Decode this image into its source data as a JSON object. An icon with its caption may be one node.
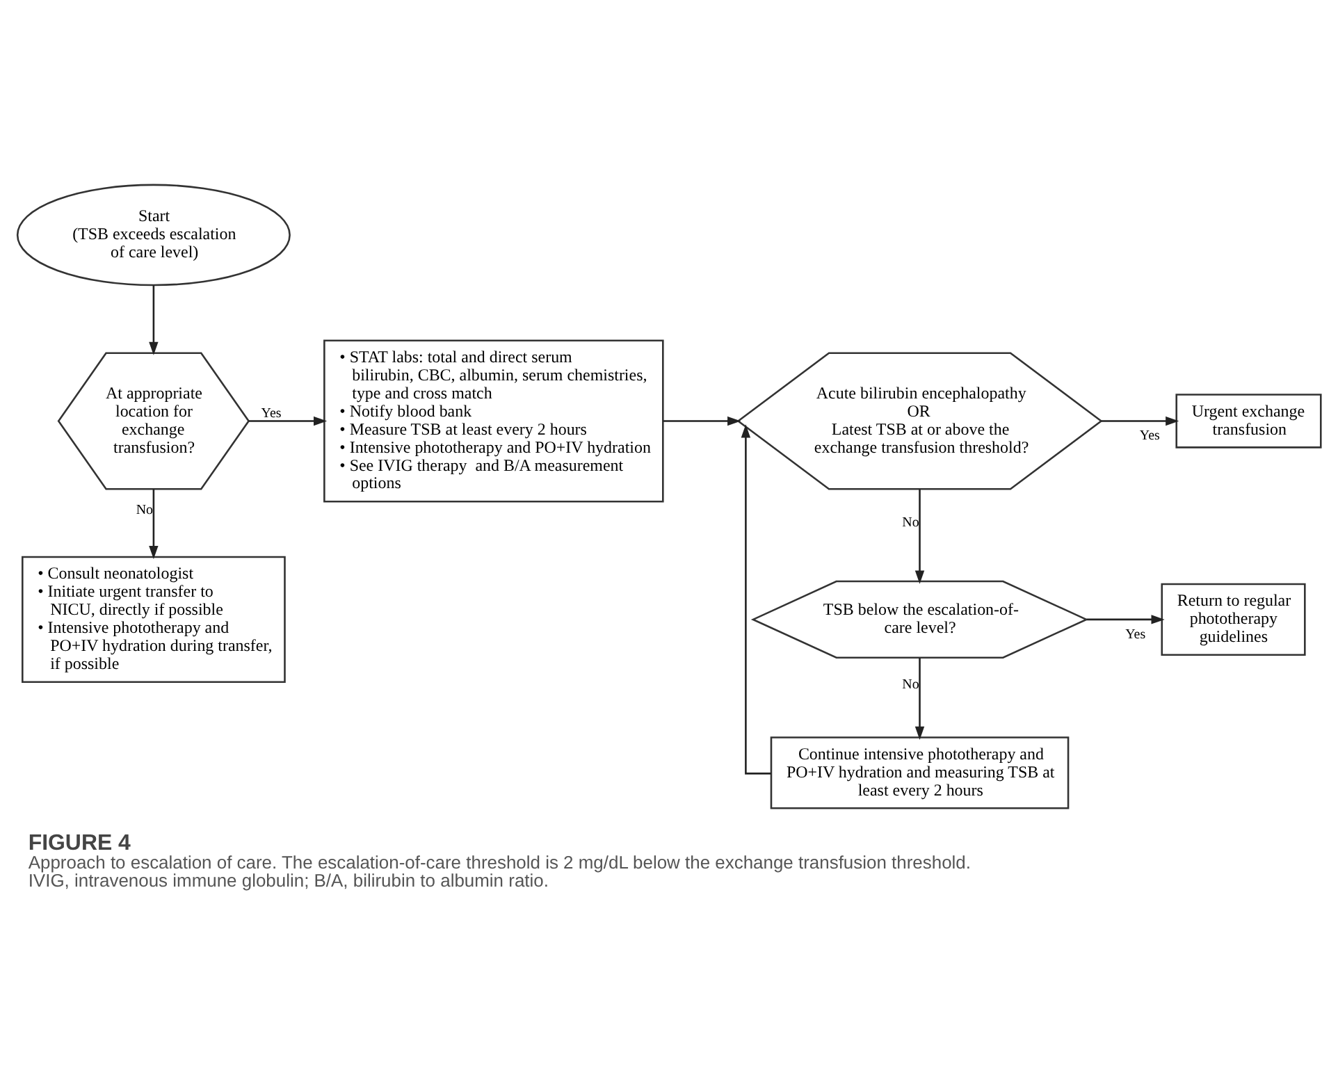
{
  "diagram": {
    "title": "FIGURE 4",
    "caption": "Approach to escalation of care. The escalation-of-care threshold is 2 mg/dL below the exchange transfusion threshold. IVIG, intravenous immune globulin; B/A, bilirubin to albumin ratio.",
    "nodes": [
      {
        "text": [
          "Start",
          "(TSB exceeds escalation of care level)"
        ]
      },
      {
        "text": [
          "At appropriate location for exchange transfusion?"
        ]
      },
      {
        "text": [
          "• Consult neonatologist",
          "• Initiate urgent transfer to NICU, directly if possible",
          "• Intensive phototherapy and PO+IV hydration during transfer, if possible"
        ]
      },
      {
        "text": [
          "• STAT labs: total and direct serum bilirubin, CBC, albumin, serum chemistries, type and cross match",
          "• Notify blood bank",
          "• Measure TSB at least every 2 hours",
          "• Intensive phototherapy and PO+IV hydration",
          "• See IVIG therapy  and B/A measurement options"
        ]
      },
      {
        "text": [
          "Acute bilirubin encephalopathy",
          "OR",
          "Latest TSB at or above the exchange transfusion threshold?"
        ]
      },
      {
        "text": [
          "Urgent exchange transfusion"
        ]
      },
      {
        "text": [
          "TSB below the escalation-of-care level?"
        ]
      },
      {
        "text": [
          "Return to regular phototherapy guidelines"
        ]
      },
      {
        "text": [
          "Continue intensive phototherapy and PO+IV hydration and measuring TSB at least every 2 hours"
        ]
      }
    ],
    "edges": [
      {
        "from": 0,
        "to": 1,
        "arrow": "to"
      },
      {
        "from": 1,
        "to": 3,
        "arrow": "to",
        "label": "Yes"
      },
      {
        "from": 1,
        "to": 2,
        "arrow": "to",
        "label": "No"
      },
      {
        "from": 3,
        "to": 4,
        "arrow": "to"
      },
      {
        "from": 8,
        "to": 4,
        "arrow": "to"
      },
      {
        "from": 4,
        "to": 5,
        "arrow": "to",
        "label": "Yes"
      },
      {
        "from": 4,
        "to": 6,
        "arrow": "to",
        "label": "No"
      },
      {
        "from": 6,
        "to": 7,
        "arrow": "to",
        "label": "Yes"
      },
      {
        "from": 6,
        "to": 8,
        "arrow": "to",
        "label": "No"
      }
    ]
  }
}
